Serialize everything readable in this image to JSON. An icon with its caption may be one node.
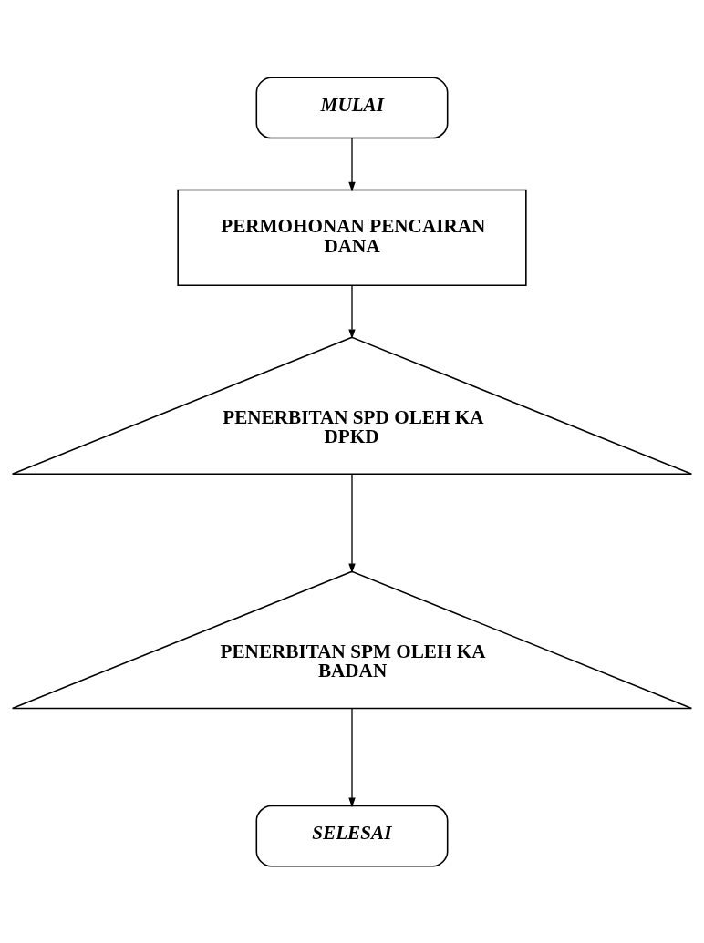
{
  "diagram": {
    "nodes": [
      {
        "text": [
          "MULAI"
        ]
      },
      {
        "text": [
          "PERMOHONAN PENCAIRAN DANA"
        ]
      },
      {
        "text": [
          "PENERBITAN SPD OLEH KA DPKD"
        ]
      },
      {
        "text": [
          "PENERBITAN SPM OLEH KA BADAN"
        ]
      },
      {
        "text": [
          "SELESAI"
        ]
      }
    ],
    "edges": [
      {
        "from": 0,
        "to": 1,
        "arrow": "to"
      },
      {
        "from": 1,
        "to": 2,
        "arrow": "to"
      },
      {
        "from": 2,
        "to": 3,
        "arrow": "to"
      },
      {
        "from": 3,
        "to": 4,
        "arrow": "to"
      }
    ]
  }
}
